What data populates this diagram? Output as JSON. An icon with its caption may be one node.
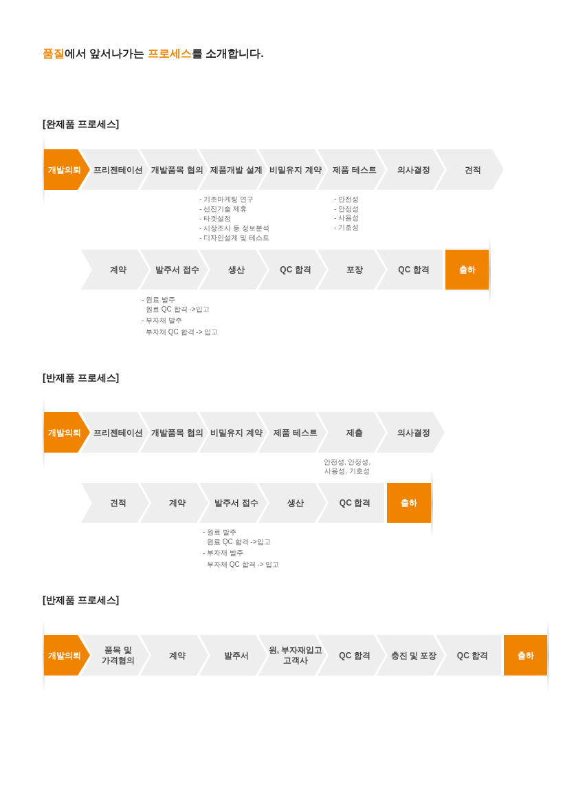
{
  "diagram": {
    "title": "**품질**에서 앞서나가는 **프로세스**를 소개합니다.",
    "nodes": [
      {
        "text": [
          "개발의뢰"
        ]
      },
      {
        "text": [
          "프리젠테이션"
        ]
      },
      {
        "text": [
          "개발품목 협의"
        ]
      },
      {
        "text": [
          "제품개발 설계"
        ],
        "beside": [
          "- 기초마케팅 연구",
          "- 선진기술 제휴",
          "- 타겟설정",
          "- 시장조사 등 정보분석",
          "- 디자인설계 및 테스트"
        ]
      },
      {
        "text": [
          "비밀유지 계약"
        ]
      },
      {
        "text": [
          "제품 테스트"
        ],
        "beside": [
          "- 안전성",
          "- 안정성",
          "- 사용성",
          "- 기호성"
        ]
      },
      {
        "text": [
          "의사결정"
        ]
      },
      {
        "text": [
          "견적"
        ]
      },
      {
        "text": [
          "계약"
        ]
      },
      {
        "text": [
          "발주서 접수"
        ],
        "beside": [
          "- 원료 발주",
          "원료 QC 합격 ->입고",
          "- 부자재 발주",
          "부자재 QC 합격 -> 입고"
        ]
      },
      {
        "text": [
          "생산"
        ]
      },
      {
        "text": [
          "QC 합격"
        ]
      },
      {
        "text": [
          "포장"
        ]
      },
      {
        "text": [
          "QC 합격"
        ]
      },
      {
        "text": [
          "출하"
        ]
      },
      {
        "text": [
          "개발의뢰"
        ]
      },
      {
        "text": [
          "프리젠테이션"
        ]
      },
      {
        "text": [
          "개발품목 협의"
        ]
      },
      {
        "text": [
          "비밀유지 계약"
        ]
      },
      {
        "text": [
          "제품 테스트"
        ]
      },
      {
        "text": [
          "제출"
        ],
        "beside": [
          "안전성, 안정성, 사용성, 기호성"
        ]
      },
      {
        "text": [
          "의사결정"
        ]
      },
      {
        "text": [
          "견적"
        ]
      },
      {
        "text": [
          "계약"
        ]
      },
      {
        "text": [
          "발주서 접수"
        ],
        "beside": [
          "- 원료 발주",
          "원료 QC 합격 ->입고",
          "- 부자재 발주",
          "부자재 QC 합격 -> 입고"
        ]
      },
      {
        "text": [
          "생산"
        ]
      },
      {
        "text": [
          "QC 합격"
        ]
      },
      {
        "text": [
          "출하"
        ]
      },
      {
        "text": [
          "개발의뢰"
        ]
      },
      {
        "text": [
          "품목 및 가격협의"
        ]
      },
      {
        "text": [
          "계약"
        ]
      },
      {
        "text": [
          "발주서"
        ]
      },
      {
        "text": [
          "원, 부자재입고 고객사"
        ]
      },
      {
        "text": [
          "QC 합격"
        ]
      },
      {
        "text": [
          "충진 및 포장"
        ]
      },
      {
        "text": [
          "QC 합격"
        ]
      },
      {
        "text": [
          "출하"
        ]
      }
    ],
    "labels": [
      "[완제품 프로세스]",
      "[반제품 프로세스]",
      "[반제품 프로세스]"
    ]
  }
}
